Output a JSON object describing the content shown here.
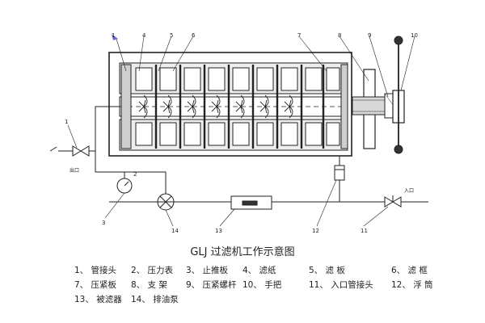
{
  "title": "GLJ 过滤机工作示意图",
  "callouts": [
    "1",
    "4",
    "5",
    "6",
    "7",
    "8",
    "9",
    "10",
    "1",
    "2",
    "3",
    "14",
    "13",
    "12",
    "11"
  ],
  "side_labels": {
    "left": "出口",
    "right": "入口"
  },
  "legend": [
    [
      "1、  管接头",
      "2、  压力表",
      "3、  止推板",
      "4、  滤纸",
      "5、  滤         板",
      "6、  滤   框"
    ],
    [
      "7、  压紧板",
      "8、  支   架",
      "9、  压紧螺杆",
      "10、  手把",
      "11、  入口管接头",
      "12、  浮   筒"
    ],
    [
      "13、  被滤器",
      "14、  排油泵"
    ]
  ]
}
